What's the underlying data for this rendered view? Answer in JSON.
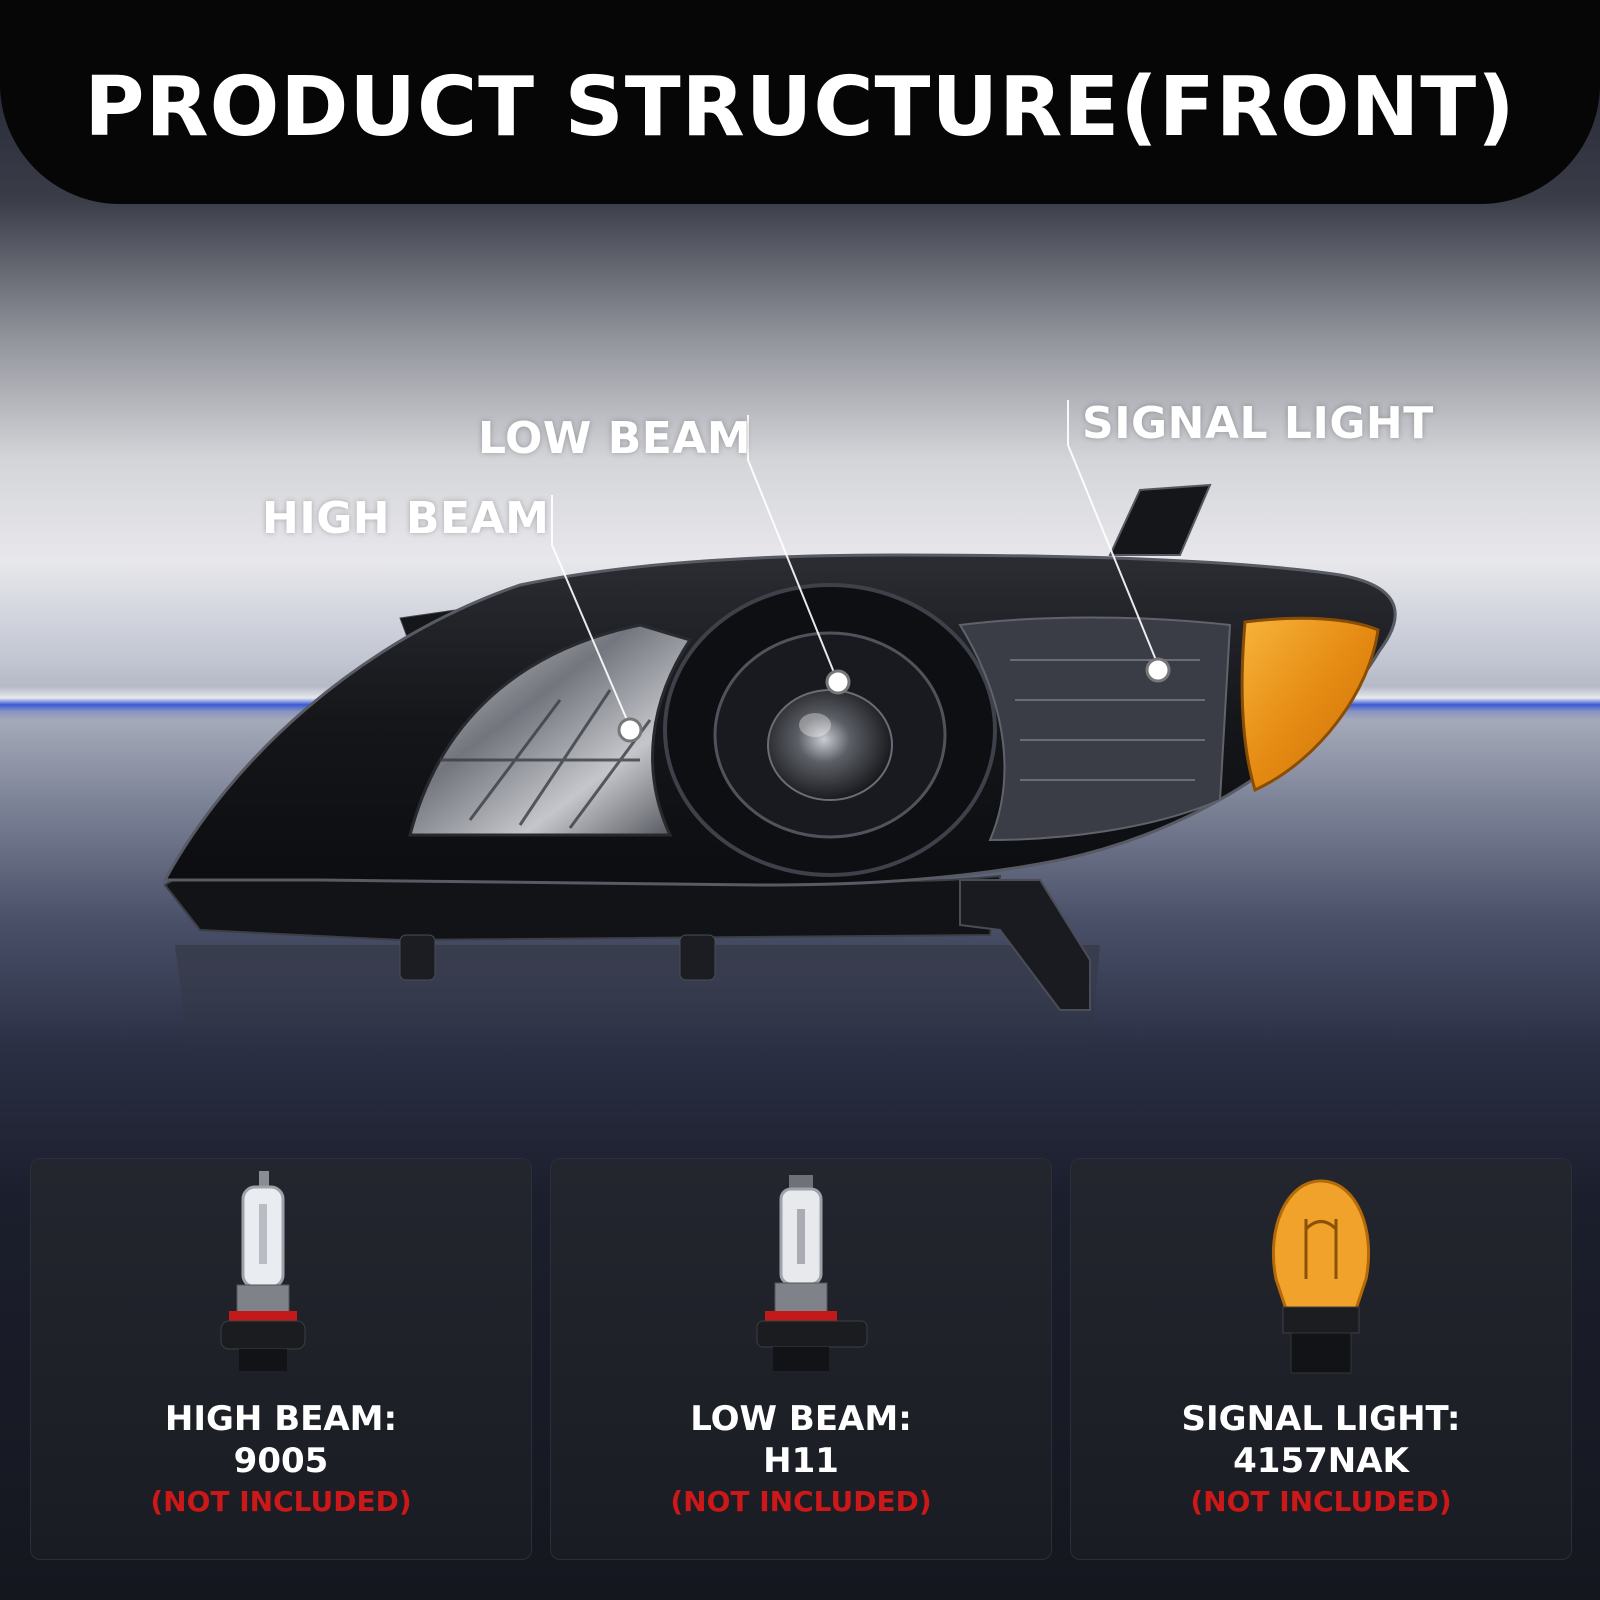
{
  "header": {
    "title": "PRODUCT STRUCTURE(FRONT)"
  },
  "callouts": {
    "high_beam": "HIGH BEAM",
    "low_beam": "LOW BEAM",
    "signal_light": "SIGNAL LIGHT"
  },
  "bulbs": [
    {
      "name": "HIGH BEAM:",
      "type": "9005",
      "note": "(NOT INCLUDED)"
    },
    {
      "name": "LOW BEAM:",
      "type": "H11",
      "note": "(NOT INCLUDED)"
    },
    {
      "name": "SIGNAL LIGHT:",
      "type": "4157NAK",
      "note": "(NOT INCLUDED)"
    }
  ],
  "colors": {
    "banner": "#060607",
    "note_red": "#cc1818",
    "amber": "#f29a1a",
    "accent_blue": "#3b5bd6"
  }
}
